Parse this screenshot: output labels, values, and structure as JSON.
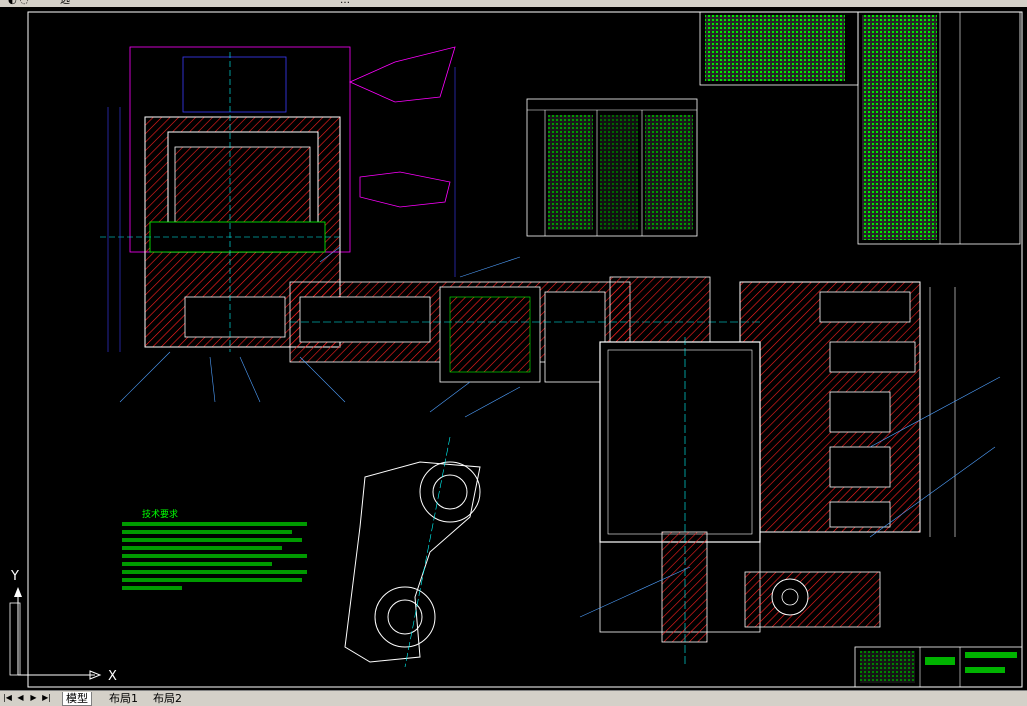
{
  "toolbar": {
    "item_1": "选",
    "item_2": "…"
  },
  "drawing": {
    "tech_requirements_title": "技术要求",
    "tech_requirements_items": [
      "1.",
      "2.",
      "3.",
      "4.",
      "5.",
      "6.",
      "7.",
      "8.",
      "9."
    ],
    "ucs_x_label": "X",
    "ucs_y_label": "Y",
    "colors": {
      "background": "#000000",
      "outline": "#ffffff",
      "centerline": "#00ffff",
      "dimension": "#3b3bff",
      "annotation": "#00ff00",
      "section_hatch": "#ff2020",
      "hidden": "#ff00ff",
      "leader": "#4fa0ff"
    }
  },
  "layout_tabs": {
    "nav_buttons": [
      "|◀",
      "◀",
      "▶",
      "▶|"
    ],
    "tabs": [
      "模型",
      "布局1",
      "布局2"
    ],
    "active_tab": "模型"
  }
}
